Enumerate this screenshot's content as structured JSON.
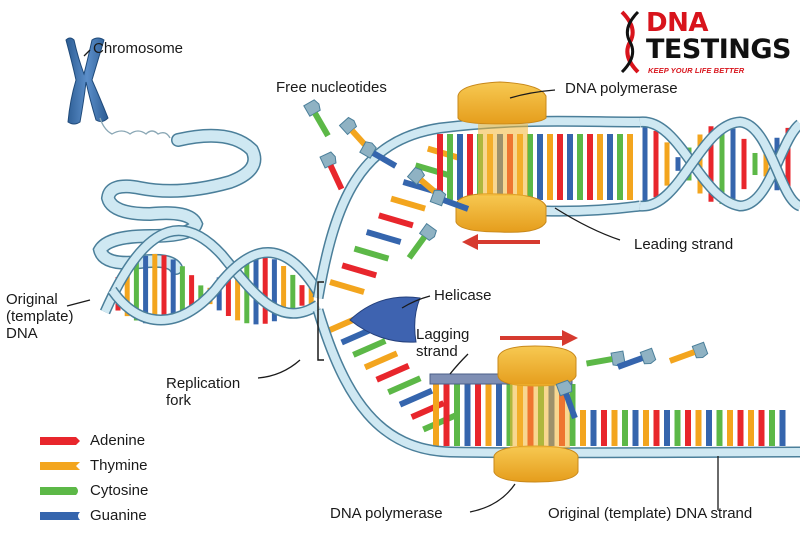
{
  "logo": {
    "line1": "DNA",
    "line2": "TESTINGS",
    "tagline": "KEEP YOUR LIFE BETTER",
    "color_red": "#d8141c",
    "color_dark": "#111111"
  },
  "labels": {
    "chromosome": "Chromosome",
    "free_nucleotides": "Free nucleotides",
    "dna_polymerase_top": "DNA polymerase",
    "leading_strand": "Leading strand",
    "helicase": "Helicase",
    "lagging_strand": "Lagging\nstrand",
    "original_template_dna": "Original\n(template)\nDNA",
    "replication_fork": "Replication\nfork",
    "dna_polymerase_bottom": "DNA polymerase",
    "original_template_strand": "Original (template) DNA strand"
  },
  "legend": [
    {
      "name": "Adenine",
      "color": "#e8262c"
    },
    {
      "name": "Thymine",
      "color": "#f3a51e"
    },
    {
      "name": "Cytosine",
      "color": "#5cb847"
    },
    {
      "name": "Guanine",
      "color": "#3565ad"
    }
  ],
  "colors": {
    "backbone": "#cfe8f2",
    "backbone_edge": "#4b7f9a",
    "chromosome": "#3a6ea5",
    "polymerase": "#f2b634",
    "helicase": "#3e63b0",
    "arrow": "#d63a2f"
  }
}
